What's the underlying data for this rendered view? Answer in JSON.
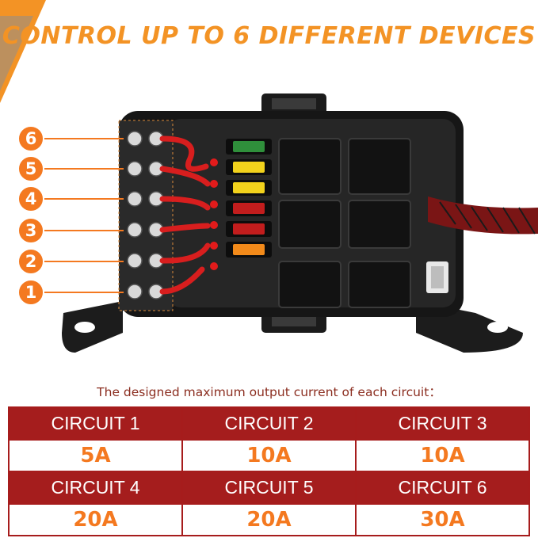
{
  "headline": "CONTROL UP TO 6 DIFFERENT DEVICES",
  "terminal_numbers": [
    "6",
    "5",
    "4",
    "3",
    "2",
    "1"
  ],
  "fuse_colors": [
    "#2f8f3b",
    "#f2d21c",
    "#f2d21c",
    "#c21d1d",
    "#c21d1d",
    "#f28a1a"
  ],
  "caption": "The designed maximum output current of each circuit：",
  "circuits": [
    {
      "name": "CIRCUIT 1",
      "current": "5A"
    },
    {
      "name": "CIRCUIT 2",
      "current": "10A"
    },
    {
      "name": "CIRCUIT 3",
      "current": "10A"
    },
    {
      "name": "CIRCUIT 4",
      "current": "20A"
    },
    {
      "name": "CIRCUIT 5",
      "current": "20A"
    },
    {
      "name": "CIRCUIT 6",
      "current": "30A"
    }
  ],
  "colors": {
    "accent_orange": "#f47920",
    "table_red": "#a51d1d",
    "headline_orange": "#f39325"
  }
}
